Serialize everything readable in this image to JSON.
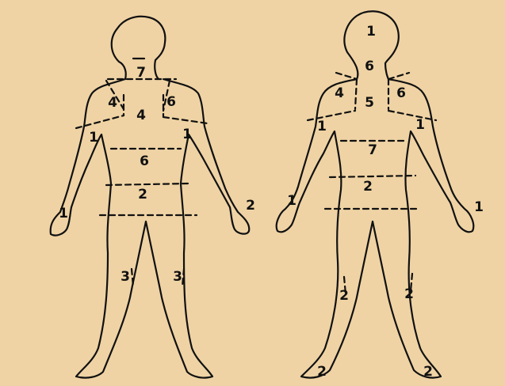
{
  "figure": {
    "background": "#efd3a4",
    "ink": "#111111"
  },
  "left_figure": {
    "labels": {
      "neck": "7",
      "left_shoulder": "4",
      "right_shoulder": "6",
      "upper_back": "4",
      "left_upper_arm": "1",
      "right_upper_arm": "1",
      "mid_back": "6",
      "lower_back": "2",
      "left_hand": "1",
      "right_hand": "2",
      "left_leg": "3",
      "right_leg": "3"
    }
  },
  "right_figure": {
    "labels": {
      "head": "1",
      "neck": "6",
      "left_shoulder": "4",
      "upper_back": "5",
      "right_shoulder": "6",
      "left_upper_arm": "1",
      "right_upper_arm": "1",
      "mid_back": "7",
      "lower_back": "2",
      "left_hand": "1",
      "right_hand": "1",
      "left_leg": "2",
      "right_leg": "2",
      "left_foot": "2",
      "right_foot": "2"
    }
  }
}
